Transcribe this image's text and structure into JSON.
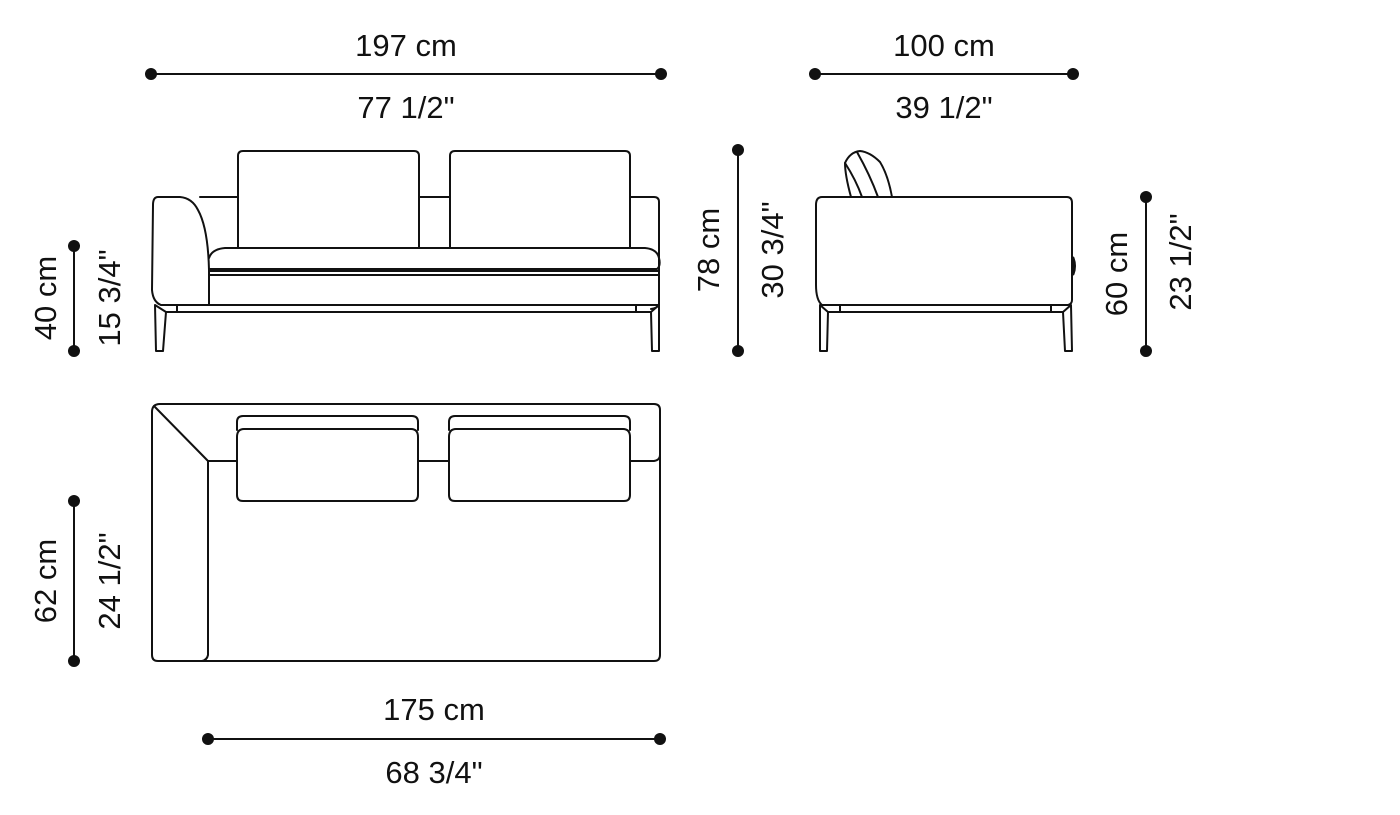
{
  "drawing": {
    "subject": "Sofa with left armrest - dimensional drawing",
    "line_color": "#111111",
    "background": "#ffffff"
  },
  "views": {
    "front": {
      "label": "front-view"
    },
    "side": {
      "label": "side-view"
    },
    "top": {
      "label": "top-view"
    }
  },
  "dimensions": {
    "overall_width": {
      "metric": "197 cm",
      "imperial": "77 1/2\""
    },
    "overall_depth": {
      "metric": "100 cm",
      "imperial": "39 1/2\""
    },
    "seat_height": {
      "metric": "40 cm",
      "imperial": "15 3/4\""
    },
    "overall_height": {
      "metric": "78 cm",
      "imperial": "30 3/4\""
    },
    "arm_height": {
      "metric": "60 cm",
      "imperial": "23 1/2\""
    },
    "seat_depth": {
      "metric": "62 cm",
      "imperial": "24 1/2\""
    },
    "seat_width": {
      "metric": "175 cm",
      "imperial": "68 3/4\""
    }
  }
}
